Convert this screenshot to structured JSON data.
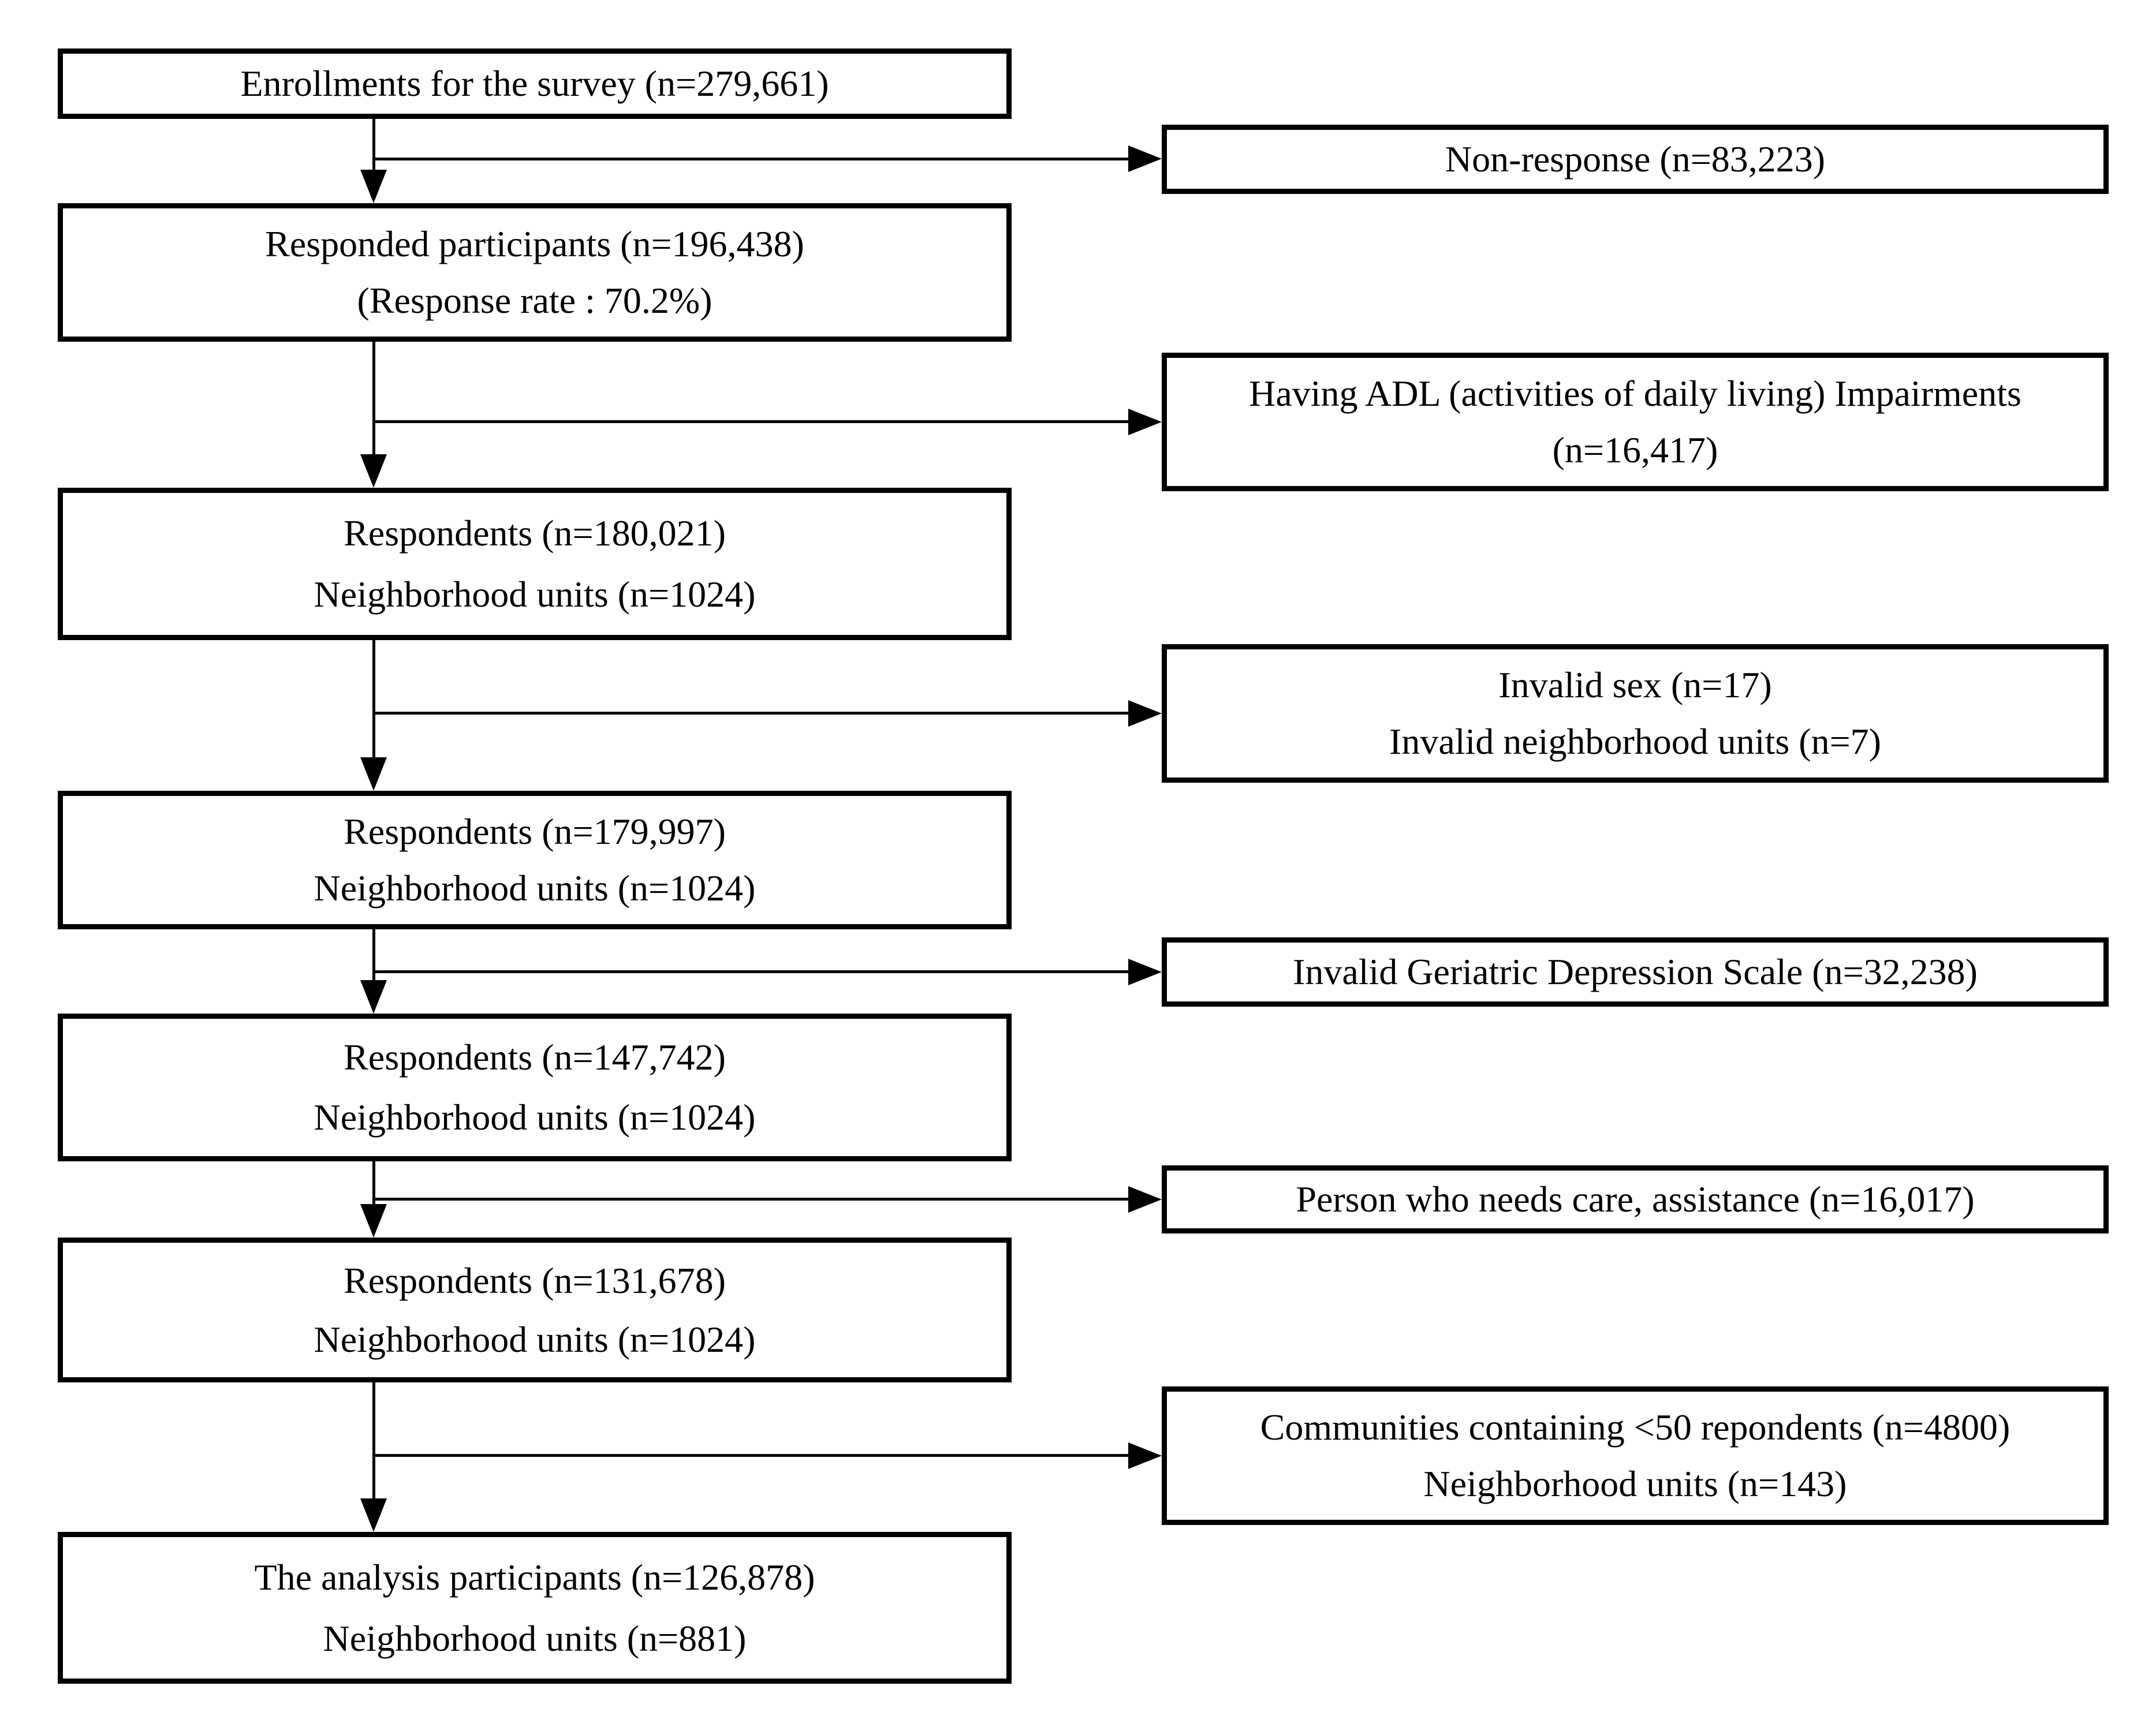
{
  "colors": {
    "border": "#000000",
    "background": "#ffffff",
    "text": "#000000"
  },
  "boxes": {
    "enrollments": {
      "lines": [
        "Enrollments for the survey (n=279,661)"
      ]
    },
    "non_response": {
      "lines": [
        "Non-response (n=83,223)"
      ]
    },
    "responded": {
      "lines": [
        "Responded participants (n=196,438)",
        "(Response rate : 70.2%)"
      ]
    },
    "adl": {
      "lines": [
        "Having ADL (activities of daily living) Impairments",
        "(n=16,417)"
      ]
    },
    "respondents_1": {
      "lines": [
        "Respondents (n=180,021)",
        "Neighborhood units (n=1024)"
      ]
    },
    "invalid_sex": {
      "lines": [
        "Invalid sex (n=17)",
        "Invalid neighborhood units (n=7)"
      ]
    },
    "respondents_2": {
      "lines": [
        "Respondents (n=179,997)",
        "Neighborhood units (n=1024)"
      ]
    },
    "invalid_gds": {
      "lines": [
        "Invalid Geriatric Depression Scale (n=32,238)"
      ]
    },
    "respondents_3": {
      "lines": [
        "Respondents (n=147,742)",
        "Neighborhood units (n=1024)"
      ]
    },
    "needs_care": {
      "lines": [
        "Person who needs care, assistance (n=16,017)"
      ]
    },
    "respondents_4": {
      "lines": [
        "Respondents (n=131,678)",
        "Neighborhood units (n=1024)"
      ]
    },
    "small_communities": {
      "lines": [
        "Communities containing <50 repondents (n=4800)",
        "Neighborhood units (n=143)"
      ]
    },
    "analysis": {
      "lines": [
        "The analysis participants (n=126,878)",
        "Neighborhood units (n=881)"
      ]
    }
  }
}
